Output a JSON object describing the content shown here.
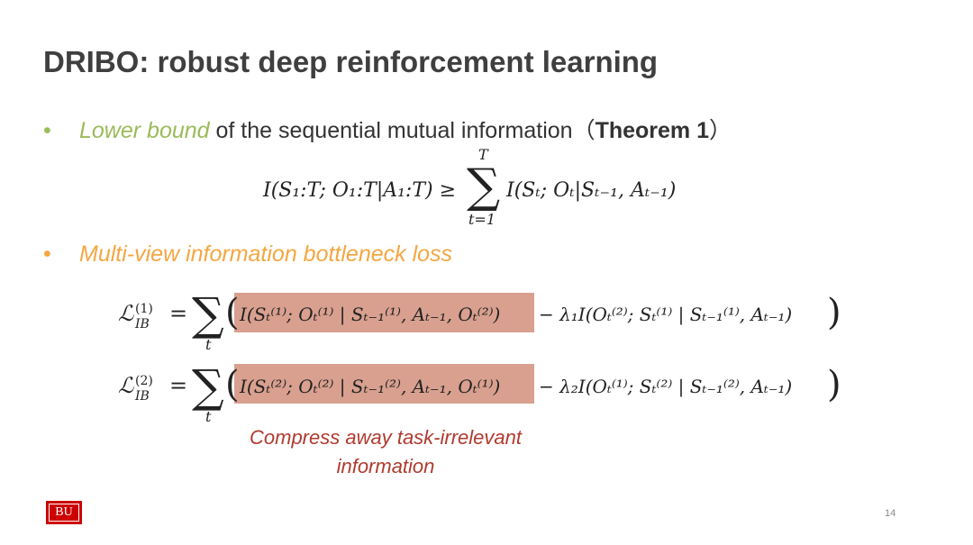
{
  "slide": {
    "title": "DRIBO: robust deep reinforcement learning",
    "bullet1": {
      "marker": "•",
      "emphasis": "Lower bound",
      "text": " of the sequential mutual information（",
      "bold": "Theorem 1",
      "close": "）"
    },
    "equation1": {
      "lhs": "I(S₁:T; O₁:T|A₁:T) ≥",
      "sum_upper": "T",
      "sum_lower": "t=1",
      "rhs": "I(Sₜ; Oₜ|Sₜ₋₁, Aₜ₋₁)"
    },
    "bullet2": {
      "marker": "•",
      "text": "Multi-view information bottleneck loss"
    },
    "loss1": {
      "symbol": "ℒ",
      "sup": "(1)",
      "sub": "IB",
      "sum_lower": "t",
      "highlight": "I(Sₜ⁽¹⁾; Oₜ⁽¹⁾ | Sₜ₋₁⁽¹⁾, Aₜ₋₁, Oₜ⁽²⁾)",
      "rest": "− λ₁I(Oₜ⁽²⁾; Sₜ⁽¹⁾ | Sₜ₋₁⁽¹⁾, Aₜ₋₁)"
    },
    "loss2": {
      "symbol": "ℒ",
      "sup": "(2)",
      "sub": "IB",
      "sum_lower": "t",
      "highlight": "I(Sₜ⁽²⁾; Oₜ⁽²⁾ | Sₜ₋₁⁽²⁾, Aₜ₋₁, Oₜ⁽¹⁾)",
      "rest": "− λ₂I(Oₜ⁽¹⁾; Sₜ⁽²⁾ | Sₜ₋₁⁽²⁾, Aₜ₋₁)"
    },
    "caption_line1": "Compress away task-irrelevant",
    "caption_line2": "information",
    "logo_text": "BU",
    "page_number": "14",
    "colors": {
      "title": "#3f3f3f",
      "bullet1_accent": "#9bbb59",
      "bullet2_accent": "#f4a742",
      "highlight_fill": "#d9a08f",
      "caption": "#b03a2e",
      "logo": "#cc0000"
    }
  }
}
